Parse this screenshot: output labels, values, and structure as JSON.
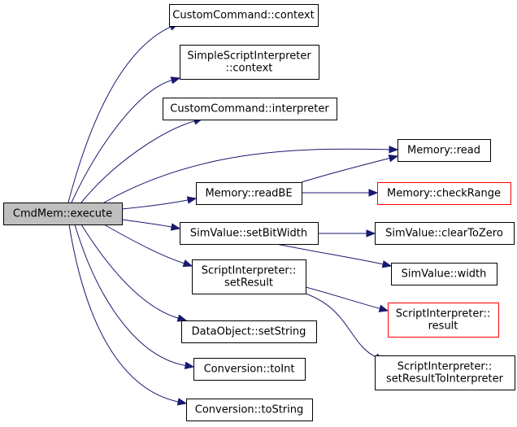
{
  "colors": {
    "edge": "#191970",
    "node_border": "#000000",
    "node_border_unresolved": "#ff0000",
    "root_fill": "#bfbfbf",
    "node_fill": "#ffffff"
  },
  "nodes": {
    "root": {
      "lines": [
        "CmdMem::execute"
      ],
      "is_root": true
    },
    "cc_context": {
      "lines": [
        "CustomCommand::context"
      ]
    },
    "ssi_context": {
      "lines": [
        "SimpleScriptInterpreter",
        "::context"
      ]
    },
    "cc_interpreter": {
      "lines": [
        "CustomCommand::interpreter"
      ]
    },
    "mem_read": {
      "lines": [
        "Memory::read"
      ]
    },
    "mem_readbe": {
      "lines": [
        "Memory::readBE"
      ]
    },
    "mem_checkrange": {
      "lines": [
        "Memory::checkRange"
      ],
      "unresolved": true
    },
    "sv_setbitwidth": {
      "lines": [
        "SimValue::setBitWidth"
      ]
    },
    "sv_cleartozero": {
      "lines": [
        "SimValue::clearToZero"
      ]
    },
    "sv_width": {
      "lines": [
        "SimValue::width"
      ]
    },
    "si_setresult": {
      "lines": [
        "ScriptInterpreter::",
        "setResult"
      ]
    },
    "si_result": {
      "lines": [
        "ScriptInterpreter::",
        "result"
      ],
      "unresolved": true
    },
    "si_setresulttointerp": {
      "lines": [
        "ScriptInterpreter::",
        "setResultToInterpreter"
      ]
    },
    "do_setstring": {
      "lines": [
        "DataObject::setString"
      ]
    },
    "conv_toint": {
      "lines": [
        "Conversion::toInt"
      ]
    },
    "conv_tostring": {
      "lines": [
        "Conversion::toString"
      ]
    }
  },
  "edges": [
    {
      "from": "root",
      "to": "cc_context"
    },
    {
      "from": "root",
      "to": "ssi_context"
    },
    {
      "from": "root",
      "to": "cc_interpreter"
    },
    {
      "from": "root",
      "to": "mem_read"
    },
    {
      "from": "root",
      "to": "mem_readbe"
    },
    {
      "from": "root",
      "to": "sv_setbitwidth"
    },
    {
      "from": "root",
      "to": "si_setresult"
    },
    {
      "from": "root",
      "to": "do_setstring"
    },
    {
      "from": "root",
      "to": "conv_toint"
    },
    {
      "from": "root",
      "to": "conv_tostring"
    },
    {
      "from": "mem_readbe",
      "to": "mem_read"
    },
    {
      "from": "mem_readbe",
      "to": "mem_checkrange"
    },
    {
      "from": "sv_setbitwidth",
      "to": "sv_cleartozero"
    },
    {
      "from": "sv_setbitwidth",
      "to": "sv_width"
    },
    {
      "from": "si_setresult",
      "to": "si_result"
    },
    {
      "from": "si_setresult",
      "to": "si_setresulttointerp"
    }
  ]
}
